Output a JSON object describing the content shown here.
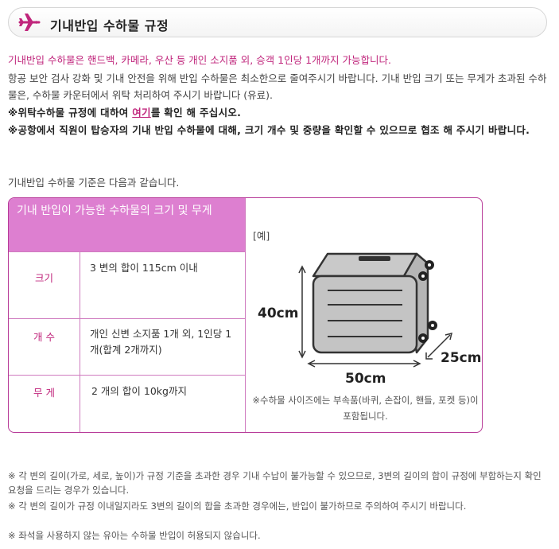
{
  "header": {
    "title": "기내반입 수하물 규정",
    "icon": "airplane-icon",
    "accent": "#c0267c"
  },
  "intro": {
    "line1": "기내반입 수하물은 핸드백, 카메라, 우산 등 개인 소지품 외, 승객 1인당 1개까지 가능합니다.",
    "line2": "항공 보안 검사 강화 및 기내 안전을 위해 반입 수하물은 최소한으로 줄여주시기 바랍니다. 기내 반입 크기 또는 무게가 초과된 수하물은, 수하물 카운터에서 위탁 처리하여 주시기 바랍니다 (유료).",
    "line3_pre": "※위탁수하물 규정에 대하여 ",
    "line3_link": "여기",
    "line3_post": "를 확인 해 주십시오.",
    "line4": "※공항에서 직원이 탑승자의 기내 반입 수하물에 대해, 크기 개수 및 중량을 확인할 수 있으므로 협조 해 주시기 바랍니다.",
    "criteria": "기내반입 수하물 기준은 다음과 같습니다."
  },
  "table": {
    "header": "기내 반입이 가능한 수하물의 크기 및 무게",
    "rows": [
      {
        "label": "크기",
        "value": "3 변의 합이 115cm 이내"
      },
      {
        "label": "개 수",
        "value": "개인 신변 소지품 1개 외, 1인당 1개(합계 2개까지)"
      },
      {
        "label": "무 게",
        "value": "2 개의 합이 10kg까지"
      }
    ]
  },
  "example": {
    "label": "[예]",
    "height": "40cm",
    "width": "50cm",
    "depth": "25cm",
    "note": "※수하물 사이즈에는 부속품(바퀴, 손잡이, 핸들, 포켓 등)이 포함됩니다."
  },
  "footnotes": [
    "※ 각 변의 길이(가로, 세로, 높이)가 규정 기준을 초과한 경우 기내 수납이 불가능할 수 있으므로, 3변의 길이의 합이 규정에 부합하는지 확인 요청을 드리는 경우가 있습니다.",
    "※ 각 변의 길이가 규정 이내일지라도 3변의 길이의 합을 초과한 경우에는, 반입이 불가하므로 주의하여 주시기 바랍니다.",
    "※ 좌석을 사용하지 않는 유아는 수하물 반입이 허용되지 않습니다."
  ]
}
